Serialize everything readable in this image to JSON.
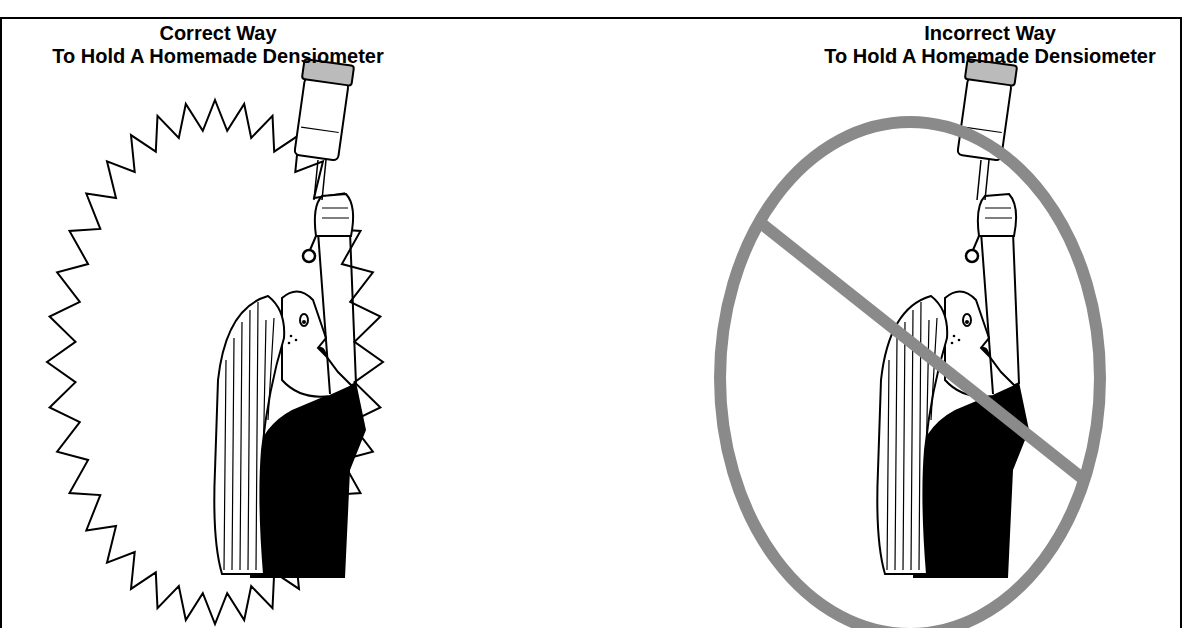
{
  "diagram": {
    "labels": [
      "Correct Way",
      "To Hold A Homemade Densiometer",
      "Incorrect Way",
      "To Hold A Homemade Densiometer"
    ]
  }
}
